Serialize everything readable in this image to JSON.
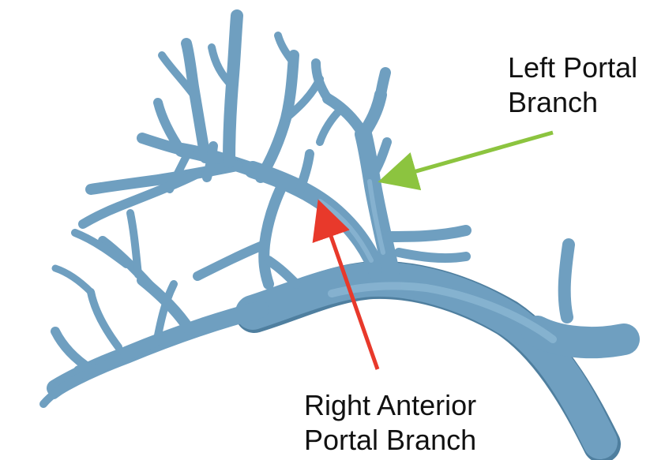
{
  "labels": {
    "left_portal": {
      "line1": "Left Portal",
      "line2": "Branch"
    },
    "right_anterior": {
      "line1": "Right Anterior",
      "line2": "Portal Branch"
    }
  },
  "colors": {
    "vessel": "#6f9fc0",
    "vessel_shadow": "#4f7f9f",
    "vessel_highlight": "#8fbad6",
    "green_arrow": "#8cc43f",
    "red_arrow": "#e8392b"
  },
  "icons": {
    "left_portal_arrow": "arrow-left-down",
    "right_anterior_arrow": "arrow-up"
  }
}
